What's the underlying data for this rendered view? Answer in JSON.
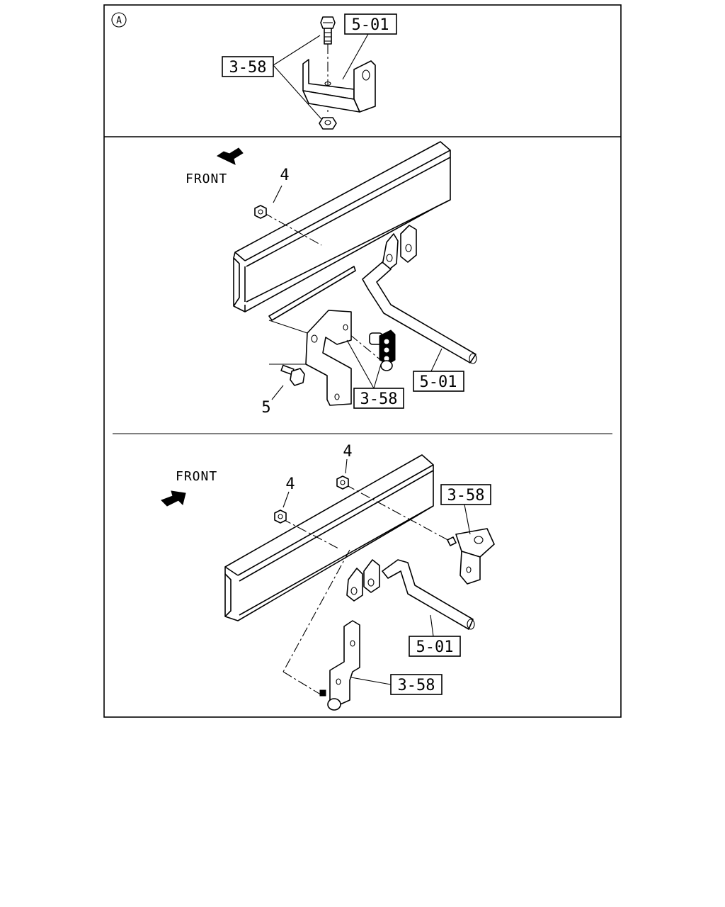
{
  "detail_marker": "A",
  "panels": {
    "detail_a": {
      "callouts": {
        "bracket": "5-01",
        "fastener": "3-58"
      }
    },
    "upper_view": {
      "front_label": "FRONT",
      "callouts": {
        "nut": "4",
        "bolt": "5",
        "clip": "3-58",
        "pipe": "5-01"
      }
    },
    "lower_view": {
      "front_label": "FRONT",
      "callouts": {
        "nut_right": "4",
        "nut_left": "4",
        "bracket_right": "3-58",
        "pipe": "5-01",
        "bracket_bottom": "3-58"
      }
    }
  },
  "colors": {
    "line": "#000000",
    "background": "#ffffff"
  },
  "icons": [
    "front-arrow-icon",
    "hex-nut-icon",
    "bolt-icon"
  ]
}
